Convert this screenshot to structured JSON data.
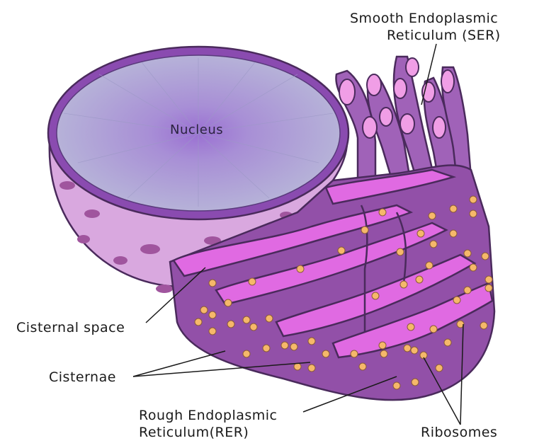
{
  "labels": {
    "nucleus": "Nucleus",
    "ser_line1": "Smooth Endoplasmic",
    "ser_line2": "Reticulum (SER)",
    "cisternal_space": "Cisternal space",
    "cisternae": "Cisternae",
    "rer_line1": "Rough Endoplasmic",
    "rer_line2": "Reticulum(RER)",
    "ribosomes": "Ribosomes"
  },
  "colors": {
    "nucleus_face": "#b4aed6",
    "nucleus_core": "#9a78d0",
    "nuclear_envelope": "#8a4bb0",
    "nucleus_shell": "#d7a6dd",
    "er_membrane": "#9c5ab4",
    "er_lumen": "#e86ae8",
    "ribosome": "#f6b86a",
    "outline": "#4a2a5c"
  }
}
